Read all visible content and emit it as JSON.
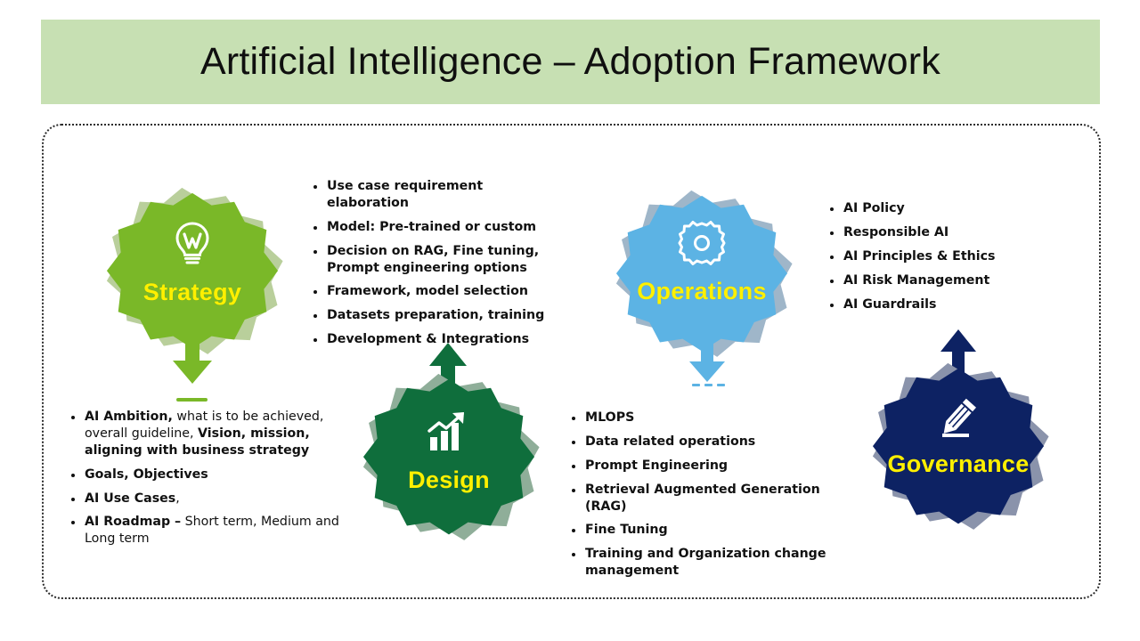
{
  "header": {
    "title": "Artificial Intelligence – Adoption Framework",
    "band_color": "#c7e0b3"
  },
  "frame": {
    "border_style": "dotted",
    "border_color": "#2b2b2b"
  },
  "pillars": [
    {
      "id": "strategy",
      "label": "Strategy",
      "icon": "lightbulb-icon",
      "color": "#7ab828",
      "halo_color": "#b9cf9b",
      "label_color": "#fff000",
      "arrow_direction": "down",
      "tick_marks": 1
    },
    {
      "id": "design",
      "label": "Design",
      "icon": "growth-chart-icon",
      "color": "#0f6e3c",
      "halo_color": "#8fae99",
      "label_color": "#fff000",
      "arrow_direction": "up",
      "tick_marks": 0
    },
    {
      "id": "operations",
      "label": "Operations",
      "icon": "gear-icon",
      "color": "#5cb3e4",
      "halo_color": "#9fb6c9",
      "label_color": "#fff000",
      "arrow_direction": "down",
      "tick_marks": 3
    },
    {
      "id": "governance",
      "label": "Governance",
      "icon": "pencil-icon",
      "color": "#0d2263",
      "halo_color": "#8a93ab",
      "label_color": "#fff000",
      "arrow_direction": "up",
      "tick_marks": 0
    }
  ],
  "lists": {
    "strategy": [
      {
        "bold": "AI Ambition,",
        "regular": " what is to be achieved, overall guideline, ",
        "bold2": "Vision, mission, aligning with business strategy"
      },
      {
        "bold": "Goals, Objectives",
        "regular": ""
      },
      {
        "bold": "AI Use Cases",
        "regular": ","
      },
      {
        "bold": "AI Roadmap –",
        "regular": " Short term, Medium and Long term"
      }
    ],
    "design": [
      {
        "bold": "Use case requirement elaboration",
        "regular": ""
      },
      {
        "bold": "Model: Pre-trained or custom",
        "regular": ""
      },
      {
        "bold": "Decision on RAG, Fine tuning, Prompt engineering options",
        "regular": ""
      },
      {
        "bold": "Framework, model selection",
        "regular": ""
      },
      {
        "bold": "Datasets preparation, training",
        "regular": ""
      },
      {
        "bold": "Development & Integrations",
        "regular": ""
      }
    ],
    "operations": [
      {
        "bold": "MLOPS",
        "regular": ""
      },
      {
        "bold": "Data related operations",
        "regular": ""
      },
      {
        "bold": "Prompt Engineering",
        "regular": ""
      },
      {
        "bold": "Retrieval Augmented Generation (RAG)",
        "regular": ""
      },
      {
        "bold": "Fine Tuning",
        "regular": ""
      },
      {
        "bold": "Training and Organization change management",
        "regular": ""
      }
    ],
    "governance": [
      {
        "bold": "AI Policy",
        "regular": ""
      },
      {
        "bold": "Responsible AI",
        "regular": ""
      },
      {
        "bold": "AI Principles & Ethics",
        "regular": ""
      },
      {
        "bold": "AI Risk Management",
        "regular": ""
      },
      {
        "bold": "AI Guardrails",
        "regular": ""
      }
    ]
  }
}
